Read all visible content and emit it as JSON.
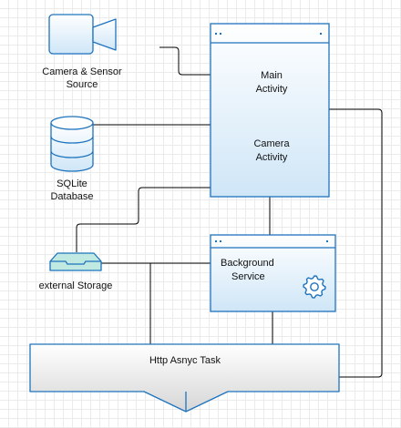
{
  "diagram": {
    "camera": {
      "line1": "Camera & Sensor",
      "line2": "Source"
    },
    "database": {
      "line1": "SQLite",
      "line2": "Database"
    },
    "storage": {
      "label": "external Storage"
    },
    "activity": {
      "main_line1": "Main",
      "main_line2": "Activity",
      "camera_line1": "Camera",
      "camera_line2": "Activity"
    },
    "service": {
      "line1": "Background",
      "line2": "Service"
    },
    "task": {
      "label": "Http Asnyc Task"
    }
  },
  "colors": {
    "stroke": "#1e73be",
    "fill_top": "#ffffff",
    "fill_bottom": "#cfe6f7",
    "storage_fill": "#bfe9e1",
    "connector": "#000000"
  },
  "icons": {
    "camera": "video-camera-icon",
    "database": "database-cylinder-icon",
    "storage": "inbox-tray-icon",
    "settings": "gear-icon"
  }
}
